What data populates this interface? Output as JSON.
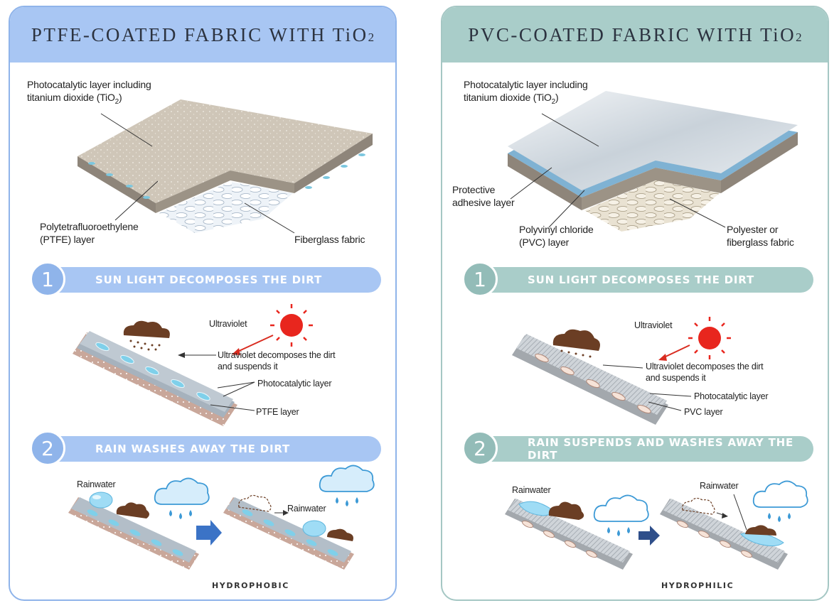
{
  "left": {
    "title_main": "PTFE-COATED FABRIC WITH TiO",
    "title_sub": "2",
    "top": {
      "photo_label_1": "Photocatalytic layer including",
      "photo_label_2": "titanium dioxide (TiO",
      "photo_label_sub": "2",
      "photo_label_end": ")",
      "base_label_1": "Polytetrafluoroethylene",
      "base_label_2": "(PTFE) layer",
      "fabric_label": "Fiberglass fabric"
    },
    "step1": {
      "number": "1",
      "title": "SUN LIGHT DECOMPOSES THE DIRT",
      "uv_label": "Ultraviolet",
      "decomp_1": "Ultraviolet decomposes the dirt",
      "decomp_2": "and suspends it",
      "photo_label": "Photocatalytic layer",
      "base_label": "PTFE  layer"
    },
    "step2": {
      "number": "2",
      "title": "RAIN WASHES AWAY THE DIRT",
      "rain_label_1": "Rainwater",
      "rain_label_2": "Rainwater",
      "footer": "HYDROPHOBIC"
    },
    "colors": {
      "accent": "#a8c6f3",
      "border": "#8fb4ea"
    }
  },
  "right": {
    "title_main": "PVC-COATED FABRIC WITH TiO",
    "title_sub": "2",
    "top": {
      "photo_label_1": "Photocatalytic layer including",
      "photo_label_2": "titanium dioxide (TiO",
      "photo_label_sub": "2",
      "photo_label_end": ")",
      "adhesive_label_1": "Protective",
      "adhesive_label_2": "adhesive layer",
      "base_label_1": "Polyvinyl chloride",
      "base_label_2": "(PVC) layer",
      "fabric_label_1": "Polyester or",
      "fabric_label_2": "fiberglass fabric"
    },
    "step1": {
      "number": "1",
      "title": "SUN LIGHT DECOMPOSES THE DIRT",
      "uv_label": "Ultraviolet",
      "decomp_1": "Ultraviolet decomposes the dirt",
      "decomp_2": "and suspends it",
      "photo_label": "Photocatalytic layer",
      "base_label": "PVC layer"
    },
    "step2": {
      "number": "2",
      "title": "RAIN SUSPENDS AND WASHES AWAY THE DIRT",
      "rain_label_1": "Rainwater",
      "rain_label_2": "Rainwater",
      "footer": "HYDROPHILIC"
    },
    "colors": {
      "accent": "#a9cdc9",
      "border": "#a5c7c4"
    }
  },
  "icons": [
    "sun-icon",
    "cloud-icon",
    "arrow-right-icon",
    "dirt-blob-icon",
    "water-drop-icon"
  ]
}
